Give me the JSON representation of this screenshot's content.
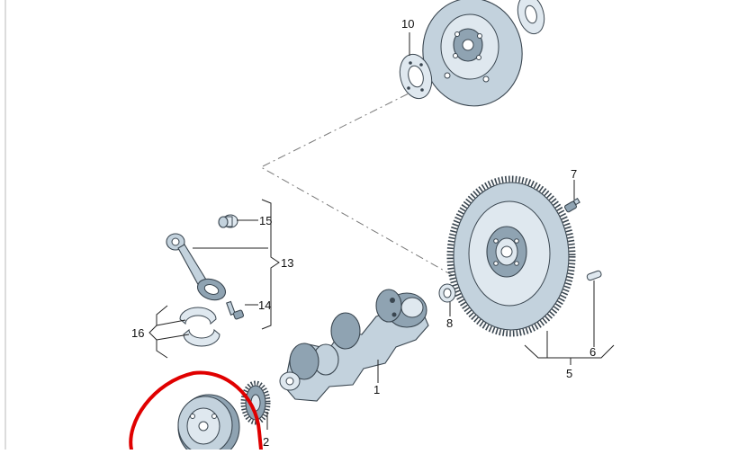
{
  "callouts": {
    "c1": "1",
    "c2": "2",
    "c5": "5",
    "c6": "6",
    "c7": "7",
    "c8": "8",
    "c10": "10",
    "c13": "13",
    "c14": "14",
    "c15": "15",
    "c16": "16"
  },
  "colors": {
    "part_fill": "#c3d2dd",
    "part_outline": "#3a4650",
    "highlight": "#e00000"
  }
}
